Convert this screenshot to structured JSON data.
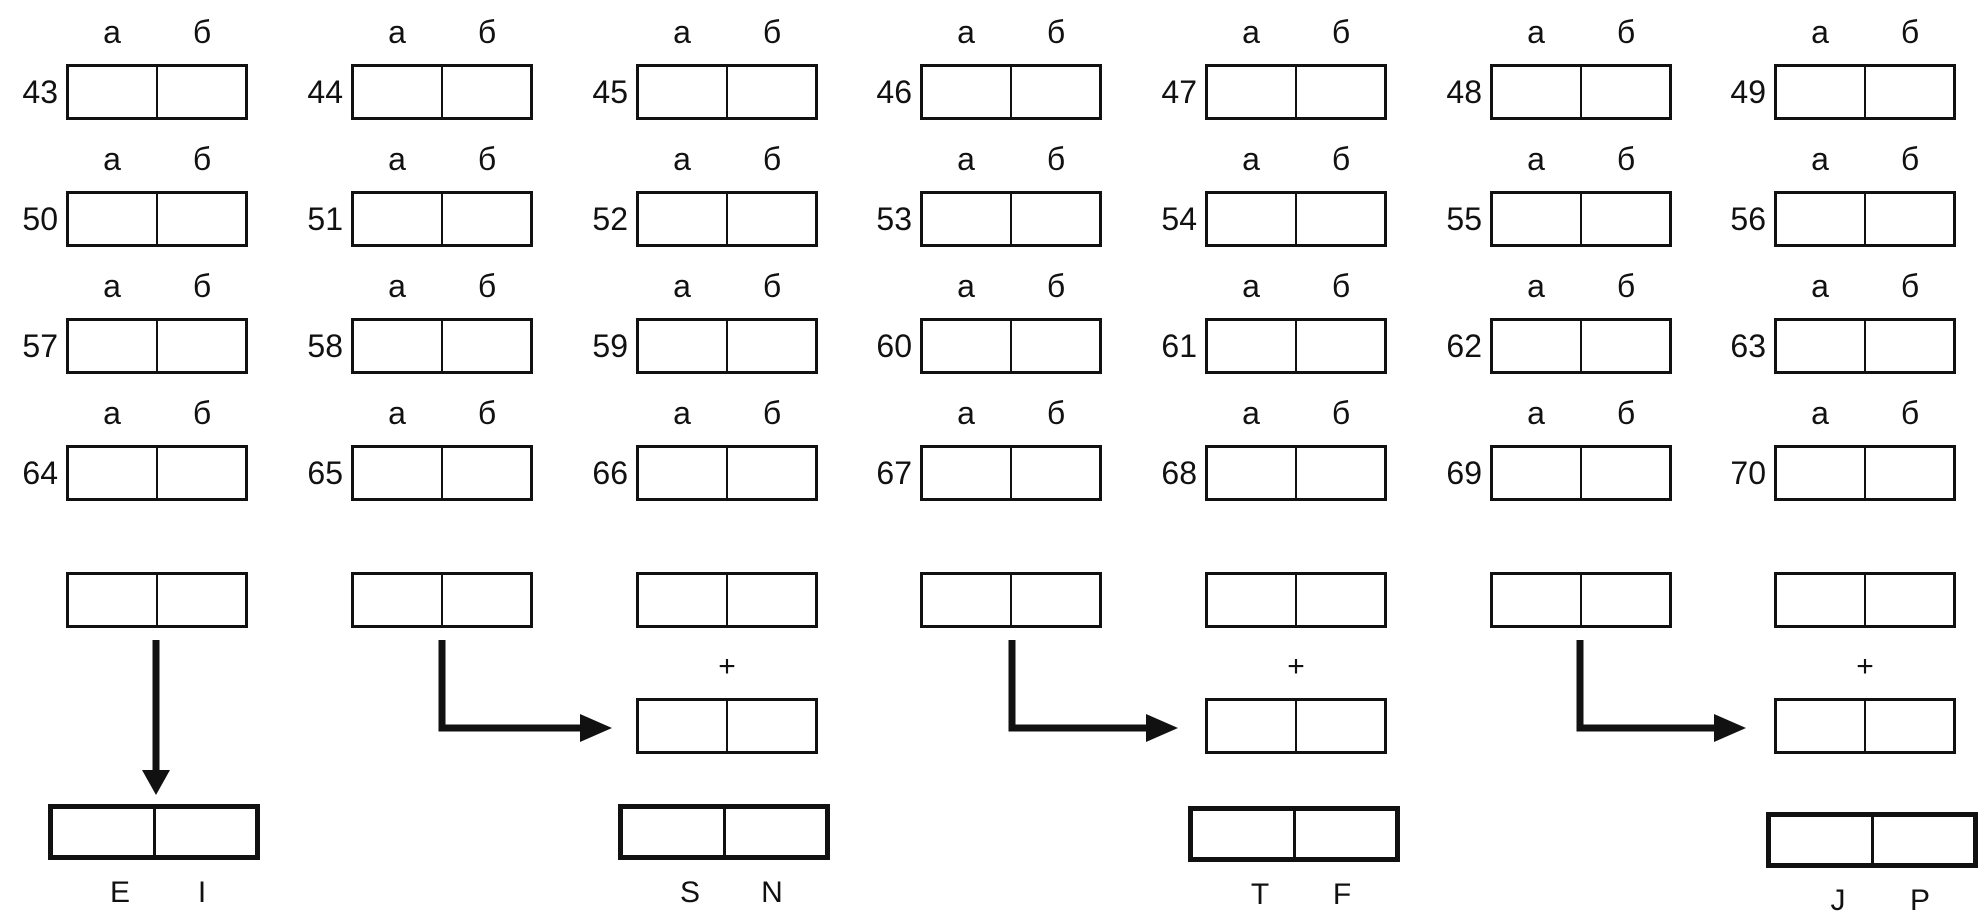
{
  "column_labels": {
    "a": "а",
    "b": "б"
  },
  "rows": [
    [
      43,
      44,
      45,
      46,
      47,
      48,
      49
    ],
    [
      50,
      51,
      52,
      53,
      54,
      55,
      56
    ],
    [
      57,
      58,
      59,
      60,
      61,
      62,
      63
    ],
    [
      64,
      65,
      66,
      67,
      68,
      69,
      70
    ]
  ],
  "plus_sign": "+",
  "scales": [
    {
      "left": "E",
      "right": "I"
    },
    {
      "left": "S",
      "right": "N"
    },
    {
      "left": "T",
      "right": "F"
    },
    {
      "left": "J",
      "right": "P"
    }
  ]
}
